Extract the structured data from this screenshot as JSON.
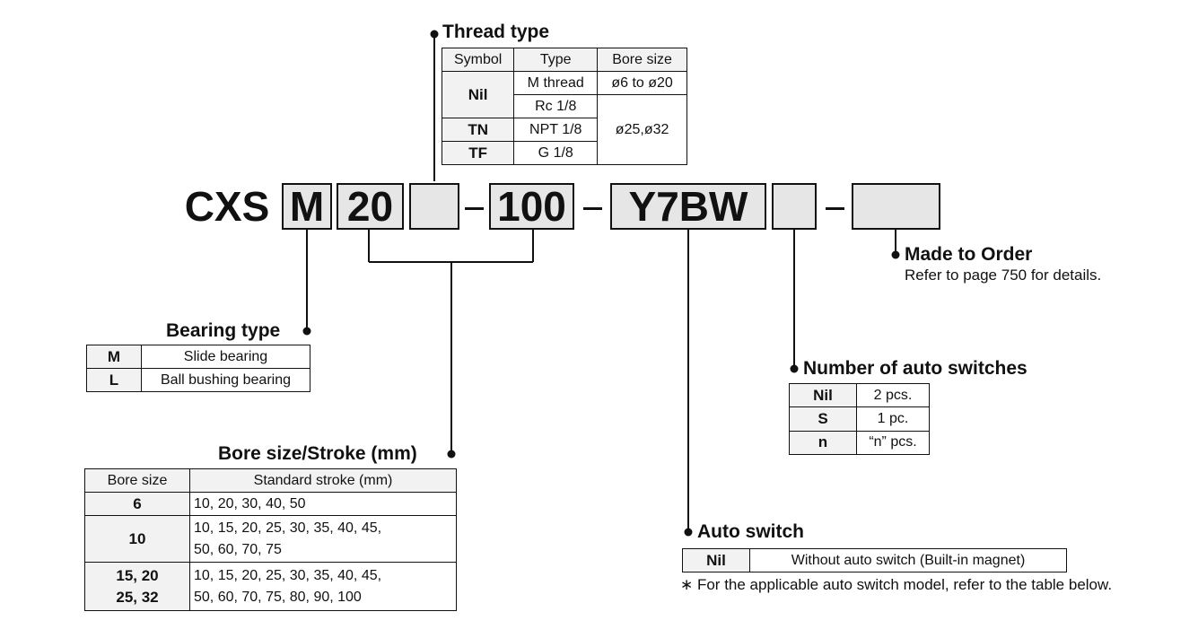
{
  "model_code": {
    "prefix": "CXS",
    "bearing": "M",
    "bore": "20",
    "stroke": "100",
    "switch": "Y7BW"
  },
  "thread_type": {
    "heading": "Thread type",
    "headers": [
      "Symbol",
      "Type",
      "Bore size"
    ],
    "rows": [
      {
        "symbol": "Nil",
        "type": "M thread",
        "bore": "ø6 to ø20"
      },
      {
        "type": "Rc 1/8"
      },
      {
        "symbol": "TN",
        "type": "NPT 1/8",
        "bore": "ø25,ø32"
      },
      {
        "symbol": "TF",
        "type": "G 1/8"
      }
    ]
  },
  "made_to_order": {
    "heading": "Made to Order",
    "note": "Refer to page 750 for details."
  },
  "bearing_type": {
    "heading": "Bearing type",
    "rows": [
      {
        "symbol": "M",
        "desc": "Slide bearing"
      },
      {
        "symbol": "L",
        "desc": "Ball bushing bearing"
      }
    ]
  },
  "auto_switch_count": {
    "heading": "Number of auto switches",
    "rows": [
      {
        "symbol": "Nil",
        "desc": "2 pcs."
      },
      {
        "symbol": "S",
        "desc": "1 pc."
      },
      {
        "symbol": "n",
        "desc": "“n” pcs."
      }
    ]
  },
  "bore_stroke": {
    "heading": "Bore size/Stroke (mm)",
    "headers": [
      "Bore size",
      "Standard stroke (mm)"
    ],
    "rows": [
      {
        "bore": [
          "6"
        ],
        "stroke": [
          "10, 20, 30, 40, 50"
        ]
      },
      {
        "bore": [
          "10"
        ],
        "stroke": [
          "10, 15, 20, 25, 30, 35, 40, 45,",
          "50, 60, 70, 75"
        ]
      },
      {
        "bore": [
          "15, 20",
          "25, 32"
        ],
        "stroke": [
          "10, 15, 20, 25, 30, 35, 40, 45,",
          "50, 60, 70, 75, 80, 90, 100"
        ]
      }
    ]
  },
  "auto_switch": {
    "heading": "Auto switch",
    "rows": [
      {
        "symbol": "Nil",
        "desc": "Without auto switch (Built-in magnet)"
      }
    ],
    "note": "∗ For the applicable auto switch model, refer to the table below."
  }
}
